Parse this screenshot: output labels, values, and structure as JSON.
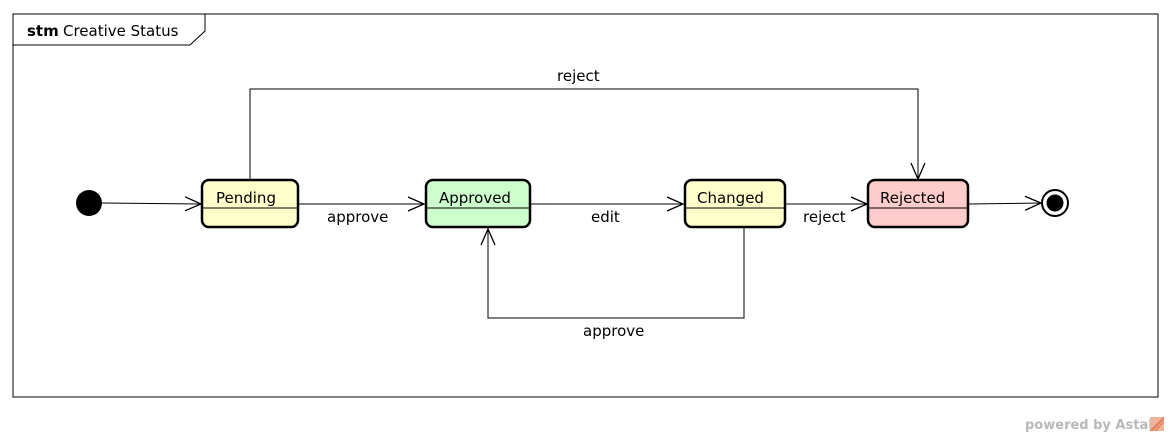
{
  "frame": {
    "keyword": "stm",
    "name": "Creative Status"
  },
  "states": [
    {
      "id": "pending",
      "name": "Pending",
      "fill": "#ffffcc"
    },
    {
      "id": "approved",
      "name": "Approved",
      "fill": "#ccffcc"
    },
    {
      "id": "changed",
      "name": "Changed",
      "fill": "#ffffcc"
    },
    {
      "id": "rejected",
      "name": "Rejected",
      "fill": "#ffcccc"
    }
  ],
  "transitions": [
    {
      "from": "initial",
      "to": "pending",
      "label": ""
    },
    {
      "from": "pending",
      "to": "approved",
      "label": "approve"
    },
    {
      "from": "approved",
      "to": "changed",
      "label": "edit"
    },
    {
      "from": "changed",
      "to": "rejected",
      "label": "reject"
    },
    {
      "from": "pending",
      "to": "rejected",
      "label": "reject"
    },
    {
      "from": "changed",
      "to": "approved",
      "label": "approve"
    },
    {
      "from": "rejected",
      "to": "final",
      "label": ""
    }
  ],
  "watermark": {
    "text": "powered by Astah"
  }
}
